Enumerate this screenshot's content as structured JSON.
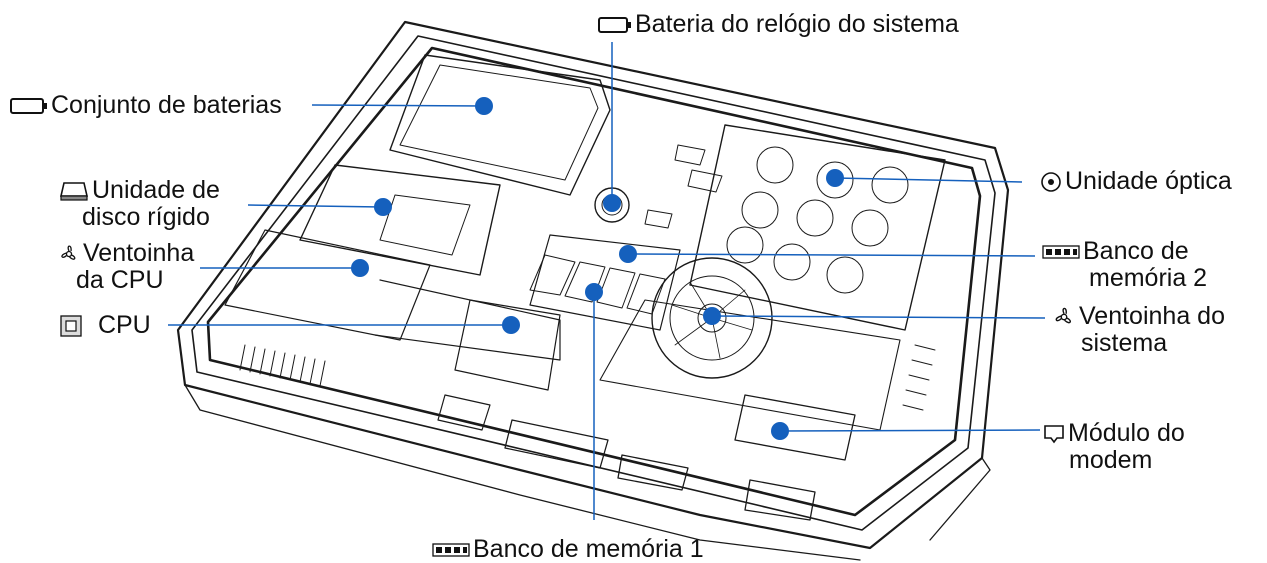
{
  "accent_color": "#1560bd",
  "line_color": "#1560bd",
  "callouts": {
    "rtc_battery": {
      "text": "Bateria do relógio do sistema",
      "icon": "battery-icon"
    },
    "battery_pack": {
      "text": "Conjunto de baterias",
      "icon": "battery-icon"
    },
    "hdd": {
      "line1": "Unidade de",
      "line2": "disco rígido",
      "icon": "hard-disk-icon"
    },
    "cpu_fan": {
      "line1": "Ventoinha",
      "line2": "da CPU",
      "icon": "fan-icon"
    },
    "cpu": {
      "text": "CPU",
      "icon": "cpu-icon"
    },
    "optical": {
      "text": "Unidade óptica",
      "icon": "optical-disc-icon"
    },
    "mem2": {
      "line1": "Banco de",
      "line2": "memória 2",
      "icon": "memory-icon"
    },
    "sys_fan": {
      "line1": "Ventoinha do",
      "line2": "sistema",
      "icon": "fan-icon"
    },
    "modem": {
      "line1": "Módulo do",
      "line2": "modem",
      "icon": "modem-icon"
    },
    "mem1": {
      "text": "Banco de memória 1",
      "icon": "memory-icon"
    }
  }
}
